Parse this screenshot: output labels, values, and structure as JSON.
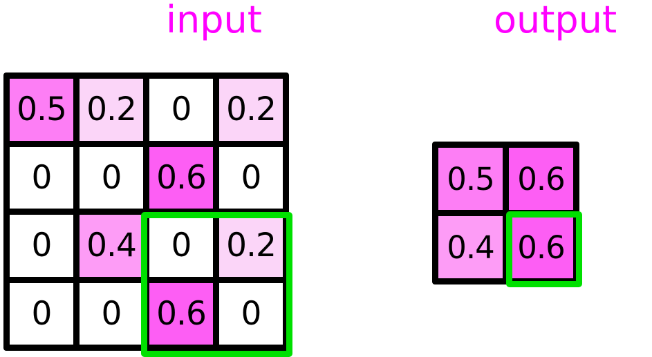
{
  "labels": {
    "input": "input",
    "output": "output",
    "label_color": "#ff00ff"
  },
  "colors": {
    "grid_border": "#000000",
    "highlight": "#00e000",
    "text": "#000000",
    "value_0": "#ffffff",
    "value_0_2": "#fbd5f8",
    "value_0_4": "#fd9cf6",
    "value_0_5": "#fd7ef5",
    "value_0_6": "#fd5ef4"
  },
  "chart_data": {
    "type": "heatmap",
    "title": "",
    "grids": [
      {
        "name": "input",
        "label": "input",
        "rows": 4,
        "cols": 4,
        "values": [
          [
            0.5,
            0.2,
            0,
            0.2
          ],
          [
            0,
            0,
            0.6,
            0
          ],
          [
            0,
            0.4,
            0,
            0.2
          ],
          [
            0,
            0,
            0.6,
            0
          ]
        ],
        "display": [
          [
            "0.5",
            "0.2",
            "0",
            "0.2"
          ],
          [
            "0",
            "0",
            "0.6",
            "0"
          ],
          [
            "0",
            "0.4",
            "0",
            "0.2"
          ],
          [
            "0",
            "0",
            "0.6",
            "0"
          ]
        ],
        "highlight_region": {
          "row_start": 3,
          "row_end": 4,
          "col_start": 3,
          "col_end": 4
        }
      },
      {
        "name": "output",
        "label": "output",
        "rows": 2,
        "cols": 2,
        "values": [
          [
            0.5,
            0.6
          ],
          [
            0.4,
            0.6
          ]
        ],
        "display": [
          [
            "0.5",
            "0.6"
          ],
          [
            "0.4",
            "0.6"
          ]
        ],
        "highlight_region": {
          "row_start": 2,
          "row_end": 2,
          "col_start": 2,
          "col_end": 2
        }
      }
    ],
    "colormap": {
      "0": "#ffffff",
      "0.2": "#fbd5f8",
      "0.4": "#fd9cf6",
      "0.5": "#fd7ef5",
      "0.6": "#fd5ef4"
    },
    "vmin": 0,
    "vmax": 0.6,
    "grid": true,
    "legend": false
  },
  "input_cells": [
    {
      "value": "0.5",
      "fill": "#fd7ef5"
    },
    {
      "value": "0.2",
      "fill": "#fbd5f8"
    },
    {
      "value": "0",
      "fill": "#ffffff"
    },
    {
      "value": "0.2",
      "fill": "#fbd5f8"
    },
    {
      "value": "0",
      "fill": "#ffffff"
    },
    {
      "value": "0",
      "fill": "#ffffff"
    },
    {
      "value": "0.6",
      "fill": "#fd5ef4"
    },
    {
      "value": "0",
      "fill": "#ffffff"
    },
    {
      "value": "0",
      "fill": "#ffffff"
    },
    {
      "value": "0.4",
      "fill": "#fd9cf6"
    },
    {
      "value": "0",
      "fill": "#ffffff"
    },
    {
      "value": "0.2",
      "fill": "#fbd5f8"
    },
    {
      "value": "0",
      "fill": "#ffffff"
    },
    {
      "value": "0",
      "fill": "#ffffff"
    },
    {
      "value": "0.6",
      "fill": "#fd5ef4"
    },
    {
      "value": "0",
      "fill": "#ffffff"
    }
  ],
  "output_cells": [
    {
      "value": "0.5",
      "fill": "#fd7ef5"
    },
    {
      "value": "0.6",
      "fill": "#fd5ef4"
    },
    {
      "value": "0.4",
      "fill": "#fd9cf6"
    },
    {
      "value": "0.6",
      "fill": "#fd5ef4"
    }
  ]
}
